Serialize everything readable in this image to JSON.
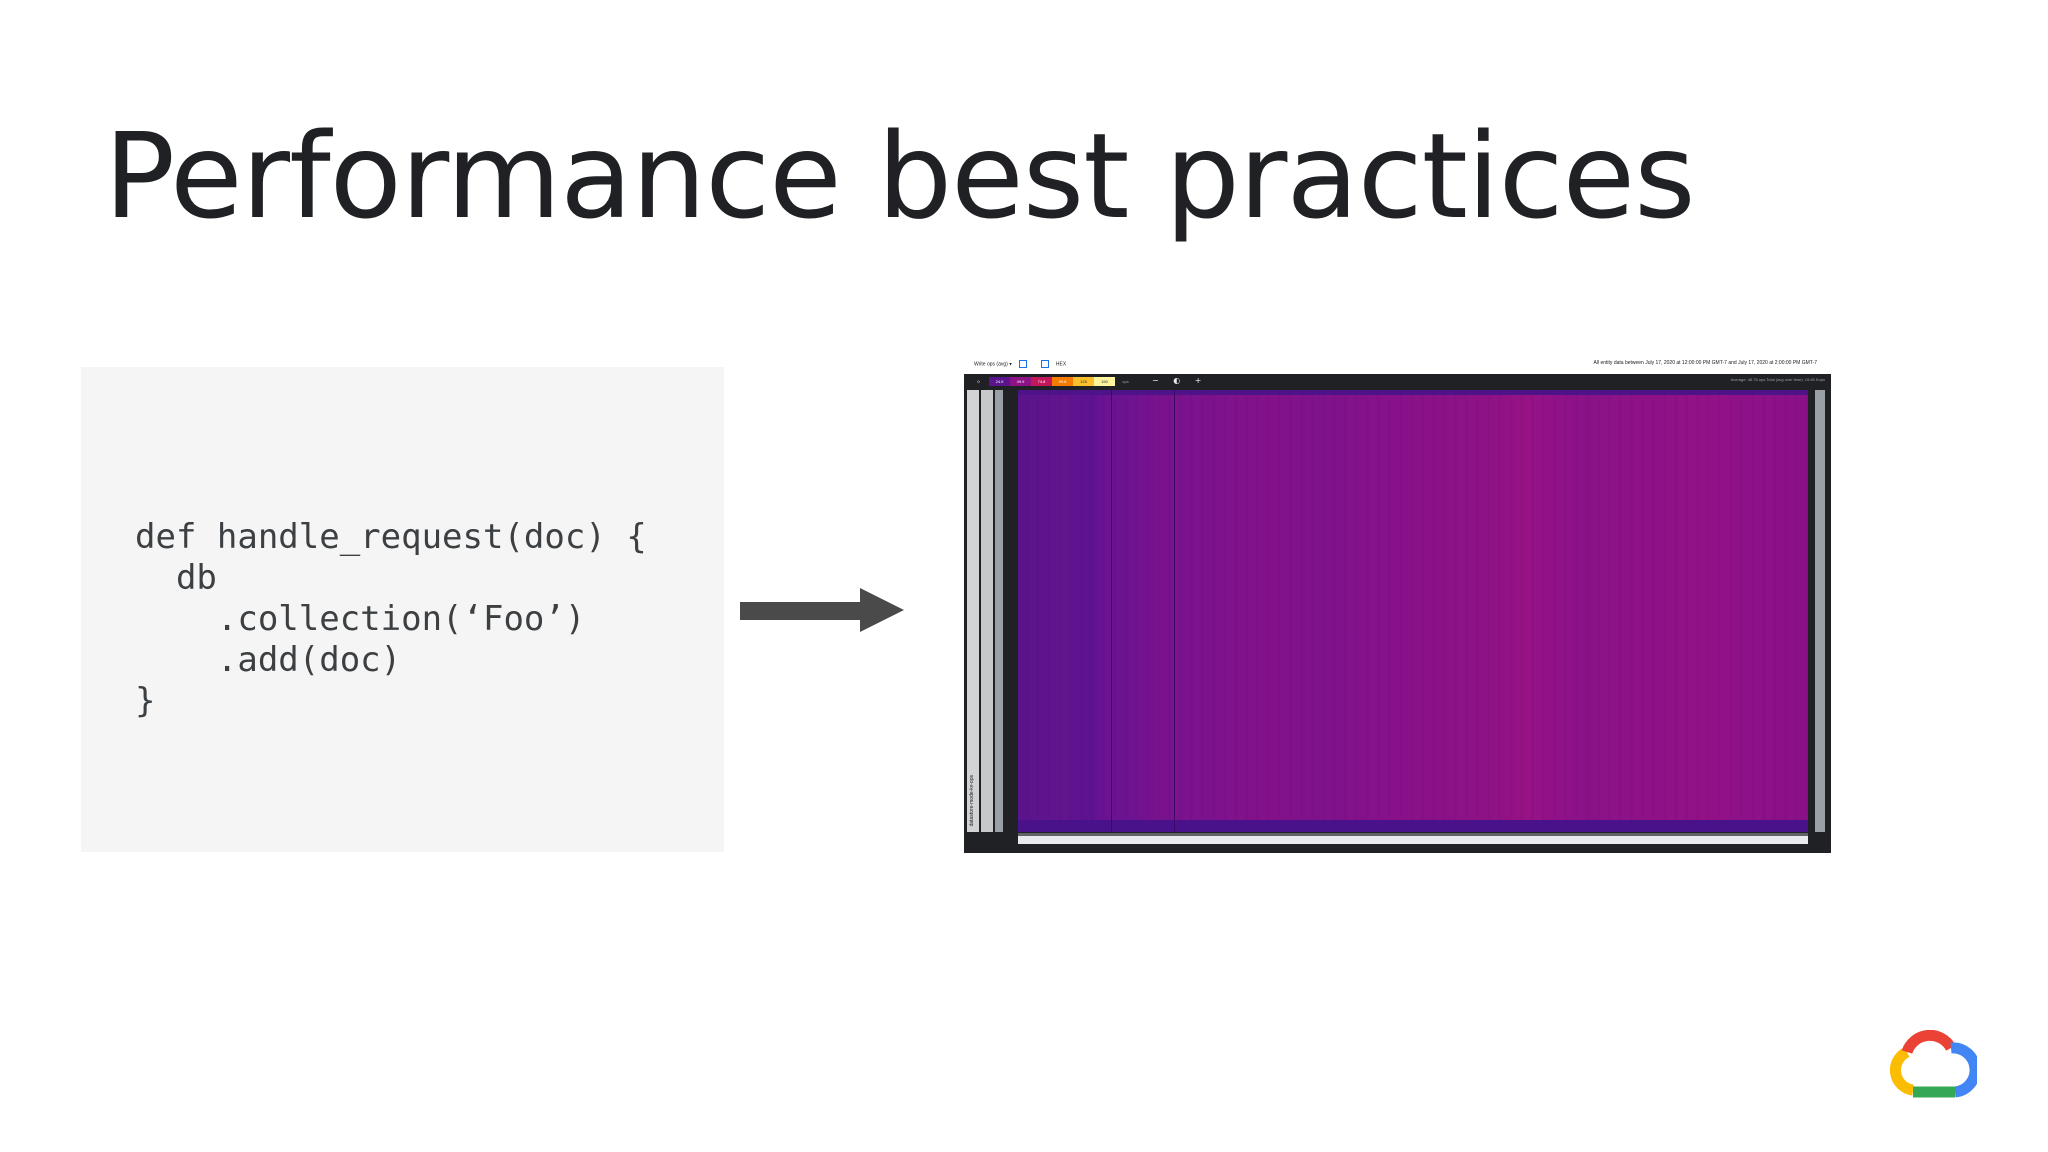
{
  "slide": {
    "title": "Performance best practices"
  },
  "code": {
    "lines": [
      "def handle_request(doc) {",
      "  db",
      "    .collection(‘Foo’)",
      "    .add(doc)",
      "}"
    ]
  },
  "heatmap": {
    "toolbar_left": "Write ops (avg) ▾",
    "toolbar_hex": "HEX",
    "toolbar_right": "All entity data between July 17, 2020 at 12:00:00 PM GMT-7 and July 17, 2020 at 2:00:00 PM GMT-7",
    "legend": [
      "0",
      "24.9",
      "49.9",
      "74.8",
      "99.8",
      "125",
      "150"
    ],
    "legend_unit": "ops",
    "controls": "− ◐ +",
    "stats": "Average: 48.76 ops    Total (avg over time): 19.65 Kops",
    "key_label": "datastore-mode-kv-ops",
    "colors": [
      "#202124",
      "#5a148c",
      "#8e1286",
      "#c2185b",
      "#f57c00",
      "#fbc02d",
      "#fff59d"
    ]
  },
  "branding": {
    "logo_icon": "google-cloud-logo-icon"
  }
}
